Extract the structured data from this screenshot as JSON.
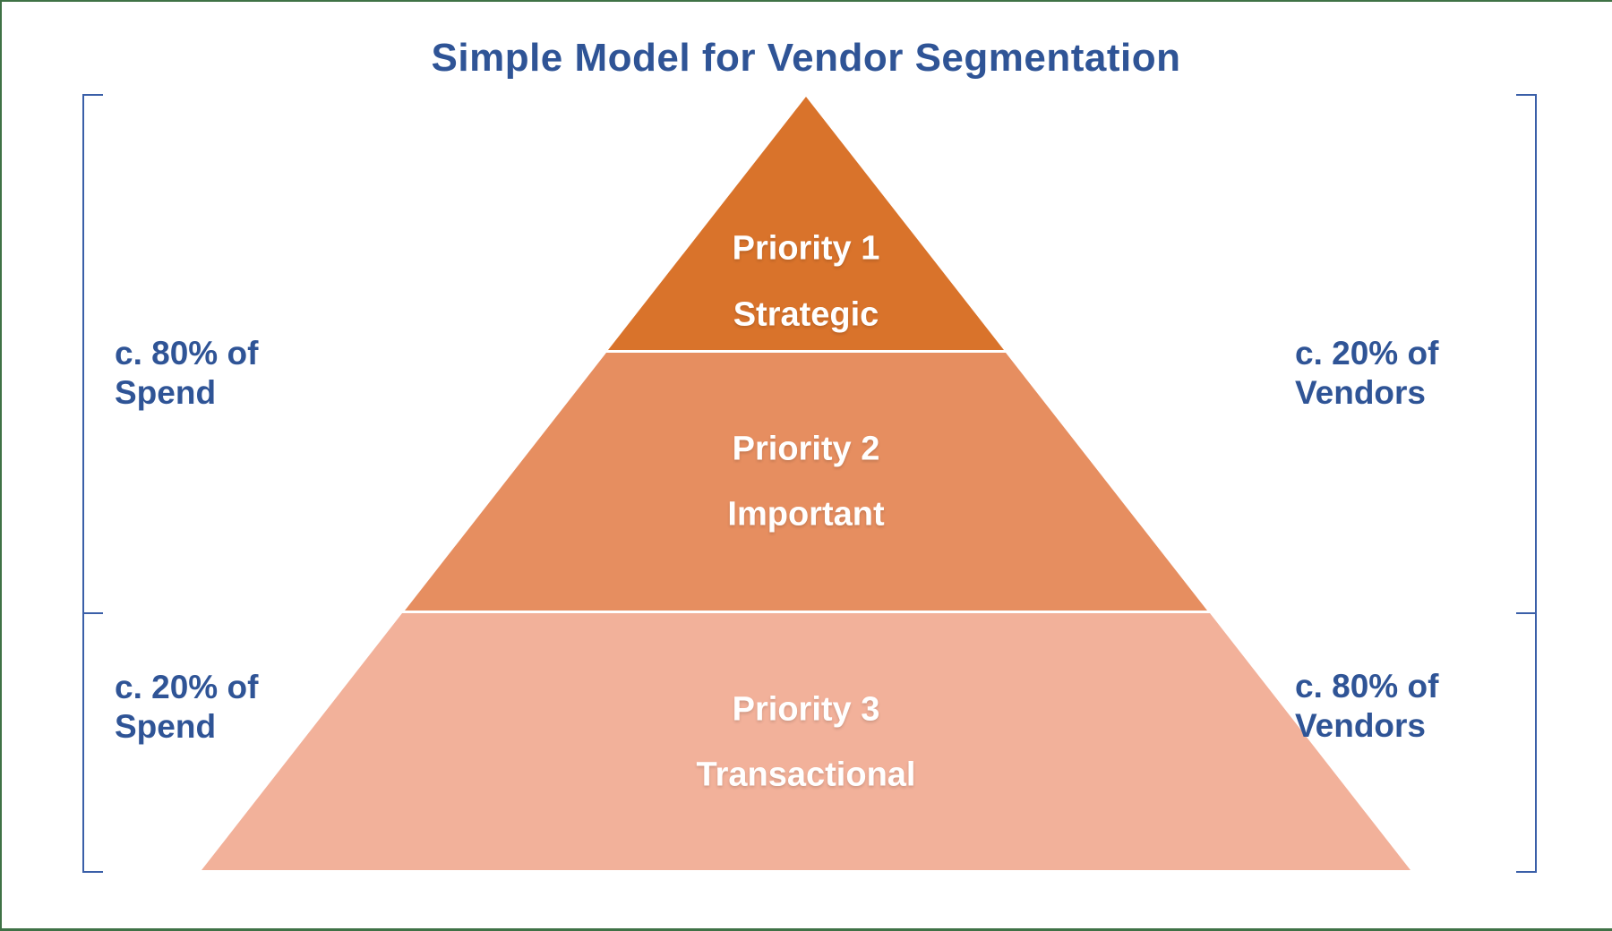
{
  "title": "Simple Model for Vendor Segmentation",
  "pyramid": {
    "tiers": [
      {
        "priority": "Priority 1",
        "label": "Strategic",
        "color": "#D9732B"
      },
      {
        "priority": "Priority 2",
        "label": "Important",
        "color": "#E68E60"
      },
      {
        "priority": "Priority 3",
        "label": "Transactional",
        "color": "#F2B19A"
      }
    ]
  },
  "annotations": {
    "left_top": {
      "line1": "c. 80% of",
      "line2": "Spend"
    },
    "left_bottom": {
      "line1": "c. 20% of",
      "line2": "Spend"
    },
    "right_top": {
      "line1": "c. 20% of",
      "line2": "Vendors"
    },
    "right_bottom": {
      "line1": "c. 80% of",
      "line2": "Vendors"
    }
  },
  "colors": {
    "title_text": "#2F5496",
    "annotation_text": "#2F5496",
    "bracket": "#3A5FA8",
    "tier_text": "#FFFFFF",
    "page_border": "#3F7246"
  }
}
